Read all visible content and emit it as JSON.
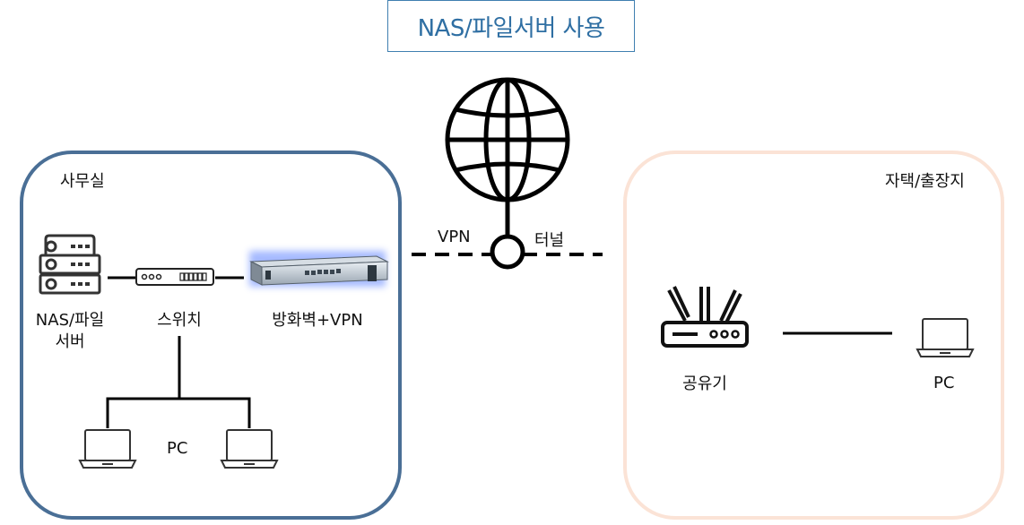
{
  "title": "NAS/파일서버 사용",
  "office": {
    "zone_label": "사무실",
    "nas_label_line1": "NAS/파일",
    "nas_label_line2": "서버",
    "switch_label": "스위치",
    "firewall_label": "방화벽+VPN",
    "pc_label": "PC"
  },
  "internet": {
    "vpn_label": "VPN",
    "tunnel_label": "터널"
  },
  "home": {
    "zone_label": "자택/출장지",
    "router_label": "공유기",
    "pc_label": "PC"
  },
  "colors": {
    "title_border": "#3f7fb0",
    "title_text": "#2f6fa3",
    "office_border": "#4a6f96",
    "home_border": "#fbe3d6"
  }
}
